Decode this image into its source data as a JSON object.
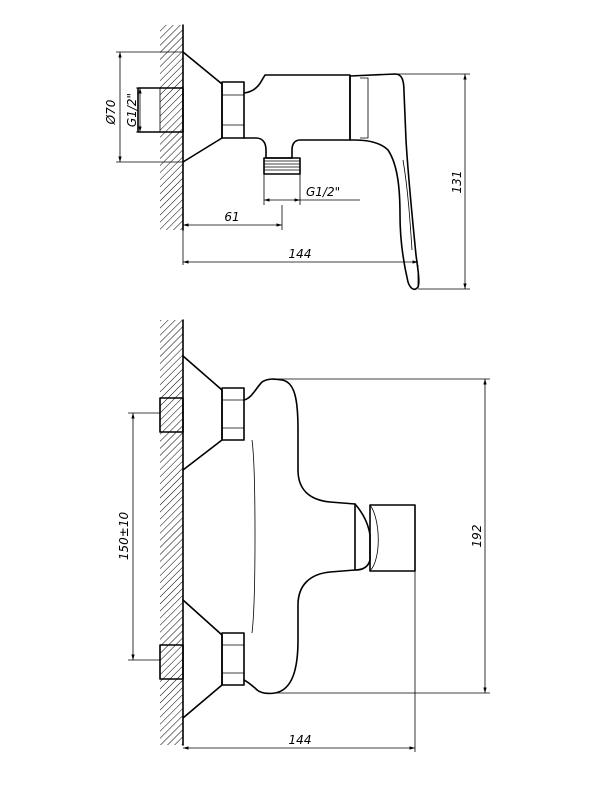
{
  "top_view": {
    "dim_diameter": "Ø70",
    "dim_inlet_thread": "G1/2\"",
    "dim_outlet_thread": "G1/2\"",
    "dim_depth_outlet": "61",
    "dim_total_length": "144",
    "dim_height": "131"
  },
  "front_view": {
    "dim_inlet_spacing": "150±10",
    "dim_height": "192",
    "dim_total_length": "144"
  }
}
